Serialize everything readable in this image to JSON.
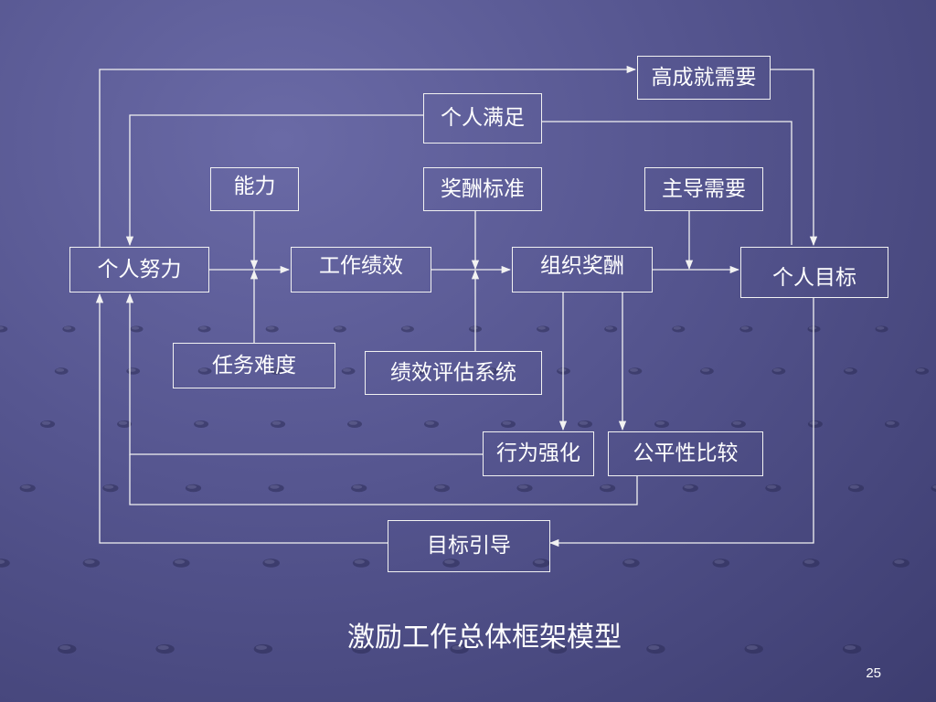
{
  "diagram": {
    "nodes": {
      "high_achievement_need": "高成就需要",
      "personal_satisfaction": "个人满足",
      "ability": "能力",
      "reward_standard": "奖酬标准",
      "dominant_need": "主导需要",
      "personal_effort": "个人努力",
      "work_performance": "工作绩效",
      "org_reward": "组织奖酬",
      "personal_goal": "个人目标",
      "task_difficulty": "任务难度",
      "perf_eval_system": "绩效评估系统",
      "behavior_reinforcement": "行为强化",
      "fairness_comparison": "公平性比较",
      "goal_guidance": "目标引导"
    },
    "caption": "激励工作总体框架模型"
  },
  "page_number": "25",
  "colors": {
    "background": "#55558f",
    "line": "#f2f2f2",
    "text": "#ffffff"
  }
}
